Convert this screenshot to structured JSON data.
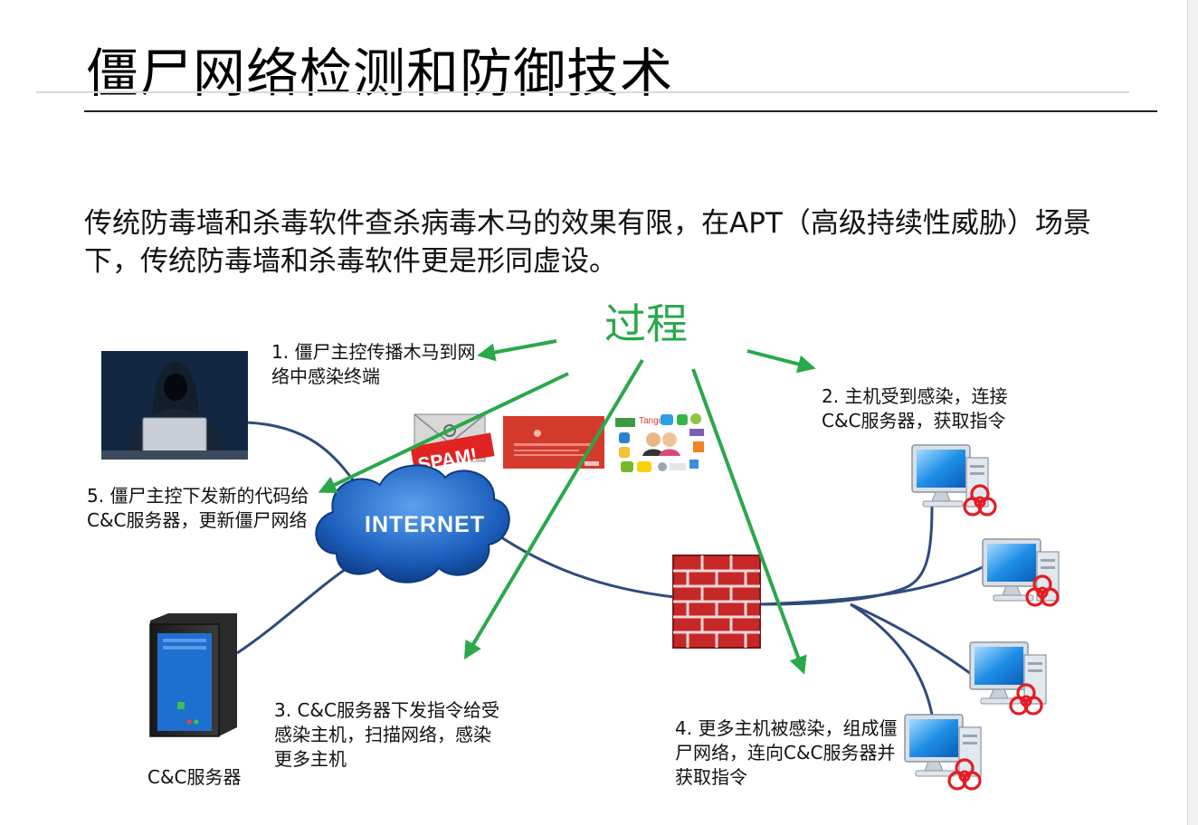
{
  "title": "僵尸网络检测和防御技术",
  "intro": "传统防毒墙和杀毒软件查杀病毒木马的效果有限，在APT（高级持续性威胁）场景下，传统防毒墙和杀毒软件更是形同虚设。",
  "process_label": "过程",
  "steps": {
    "s1": "1. 僵尸主控传播木马到网络中感染终端",
    "s2": "2. 主机受到感染，连接C&C服务器，获取指令",
    "s3": "3. C&C服务器下发指令给受感染主机，扫描网络，感染更多主机",
    "s4": "4. 更多主机被感染，组成僵尸网络，连向C&C服务器并获取指令",
    "s5": "5. 僵尸主控下发新的代码给C&C服务器，更新僵尸网络"
  },
  "internet_label": "INTERNET",
  "spam_label": "SPAM!",
  "cc_server_label": "C&C服务器",
  "colors": {
    "arrow": "#2aa84a",
    "link": "#2f4b7c",
    "firewall": "#c62828",
    "cloud": "#1f5fb8"
  },
  "icons": [
    "hacker-icon",
    "spam-mail-icon",
    "alert-window-icon",
    "social-apps-icon",
    "internet-cloud-icon",
    "firewall-icon",
    "server-icon",
    "infected-pc-icon",
    "biohazard-icon"
  ]
}
